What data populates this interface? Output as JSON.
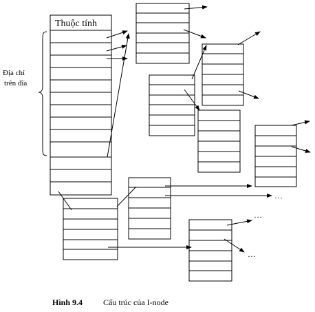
{
  "inode_attribute_label": "Thuộc tính",
  "disk_address_label": [
    "Địa chỉ",
    "trên đĩa"
  ],
  "continuation_marks": [
    "…",
    "…",
    "…"
  ],
  "caption": {
    "number": "Hình 9.4",
    "text": "Cấu trúc của I-node"
  }
}
